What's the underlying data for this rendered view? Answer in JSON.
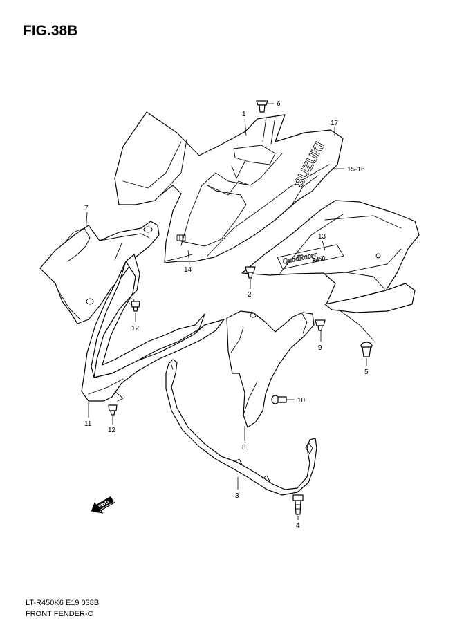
{
  "figure": {
    "title": "FIG.38B",
    "model_code": "LT-R450K6 E19 038B",
    "section_name": "FRONT FENDER-C"
  },
  "callouts": {
    "c1": "1",
    "c2": "2",
    "c3": "3",
    "c4": "4",
    "c5": "5",
    "c6": "6",
    "c7": "7",
    "c8": "8",
    "c9": "9",
    "c10": "10",
    "c11": "11",
    "c12a": "12",
    "c12b": "12",
    "c13": "13",
    "c14": "14",
    "c15_16": "15-16",
    "c17": "17"
  },
  "decals": {
    "brand": "SUZUKI",
    "model_line1": "QuadRacer",
    "model_line2": "R450"
  },
  "direction_arrow": {
    "label": "FWD",
    "icon": "arrow-left-icon"
  }
}
